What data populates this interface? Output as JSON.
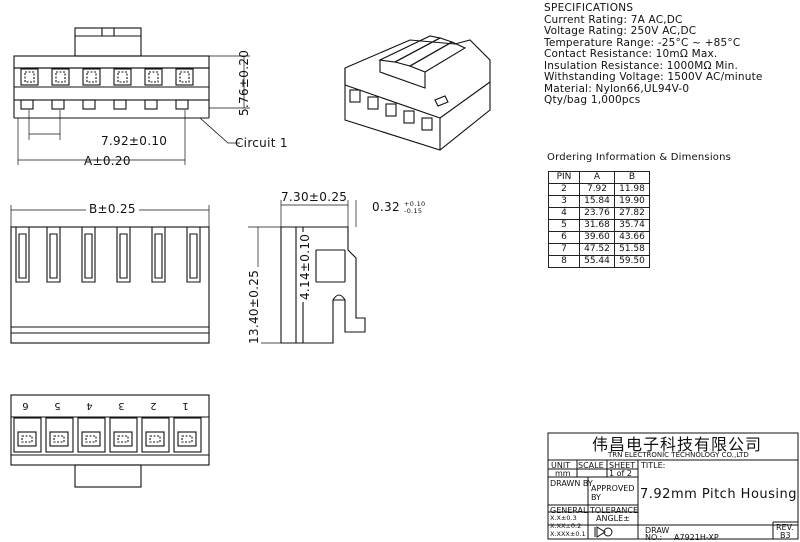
{
  "specifications": {
    "heading": "SPECIFICATIONS",
    "lines": [
      "Current Rating: 7A AC,DC",
      "Voltage Rating: 250V AC,DC",
      "Temperature Range: -25°C ~ +85°C",
      "Contact Resistance: 10mΩ Max.",
      "Insulation Resistance: 1000MΩ Min.",
      "Withstanding Voltage: 1500V AC/minute",
      "Material: Nylon66,UL94V-0",
      "Qty/bag 1,000pcs"
    ]
  },
  "ordering": {
    "title": "Ordering Information & Dimensions",
    "headers": [
      "PIN",
      "A",
      "B"
    ],
    "rows": [
      [
        "2",
        "7.92",
        "11.98"
      ],
      [
        "3",
        "15.84",
        "19.90"
      ],
      [
        "4",
        "23.76",
        "27.82"
      ],
      [
        "5",
        "31.68",
        "35.74"
      ],
      [
        "6",
        "39.60",
        "43.66"
      ],
      [
        "7",
        "47.52",
        "51.58"
      ],
      [
        "8",
        "55.44",
        "59.50"
      ]
    ]
  },
  "dimensions": {
    "pitch": "7.92±0.10",
    "a": "A±0.20",
    "b": "B±0.25",
    "height_top": "5.76±0.20",
    "circuit": "Circuit 1",
    "depth": "7.30±0.25",
    "thickness": "0.32",
    "thickness_tol_upper": "+0.10",
    "thickness_tol_lower": "-0.15",
    "height": "13.40±0.25",
    "inner_height": "4.14±0.10"
  },
  "pin_labels": [
    "6",
    "5",
    "4",
    "3",
    "2",
    "1"
  ],
  "title_block": {
    "company_cn": "伟昌电子科技有限公司",
    "company_en": "TRN ELECTRONIC TECHNOLOGY CO.,LTD",
    "unit_label": "UNIT",
    "unit_value": "mm",
    "scale_label": "SCALE",
    "sheet_label": "SHEET",
    "sheet_value": "1 of 2",
    "title_label": "TITLE:",
    "title_value": "7.92mm Pitch Housing",
    "drawn_by": "DRAWN BY",
    "approved_by": "APPROVED BY",
    "general": "GENERAL",
    "tolerance": "TOLERANCE",
    "tol_lines": [
      "X.X±0.3",
      "X.XX±0.2",
      "X.XXX±0.1"
    ],
    "angle": "ANGLE±",
    "draw_label": "DRAW",
    "no_label": "NO.:",
    "drawing_no": "A7921H-XP",
    "rev_label": "REV.",
    "rev_value": "B3"
  }
}
